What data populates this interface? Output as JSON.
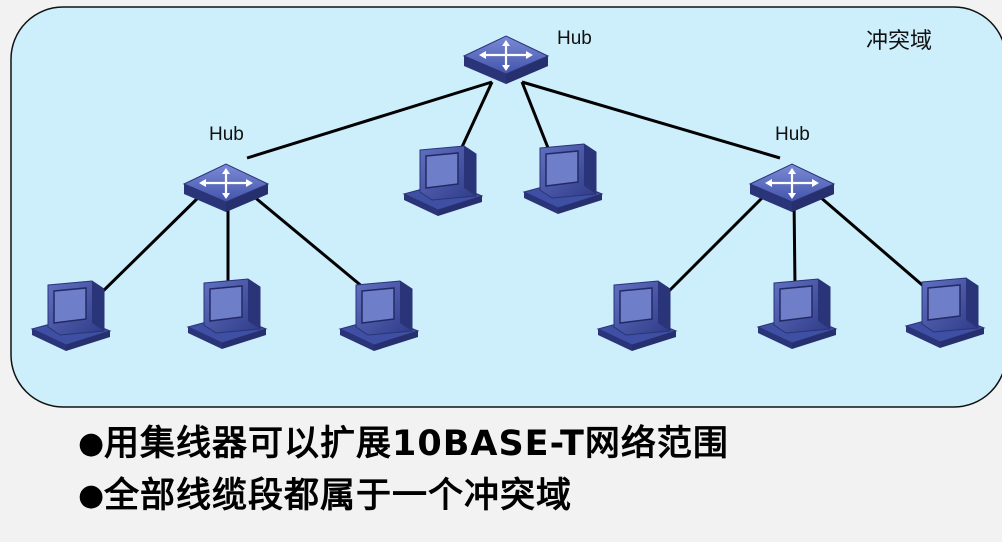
{
  "collision_domain_label": "冲突域",
  "hubs": [
    {
      "id": "root",
      "label": "Hub"
    },
    {
      "id": "left",
      "label": "Hub"
    },
    {
      "id": "right",
      "label": "Hub"
    }
  ],
  "bullets": [
    {
      "symbol": "●",
      "text": "用集线器可以扩展10BASE-T网络范围"
    },
    {
      "symbol": "●",
      "text": "全部线缆段都属于一个冲突域"
    }
  ],
  "colors": {
    "domain_fill": "#cdeefb",
    "domain_border": "#111111",
    "device_blue": "#3f4fa3",
    "device_dark": "#2a3478",
    "device_light": "#6f7ec8",
    "link": "#000000"
  }
}
